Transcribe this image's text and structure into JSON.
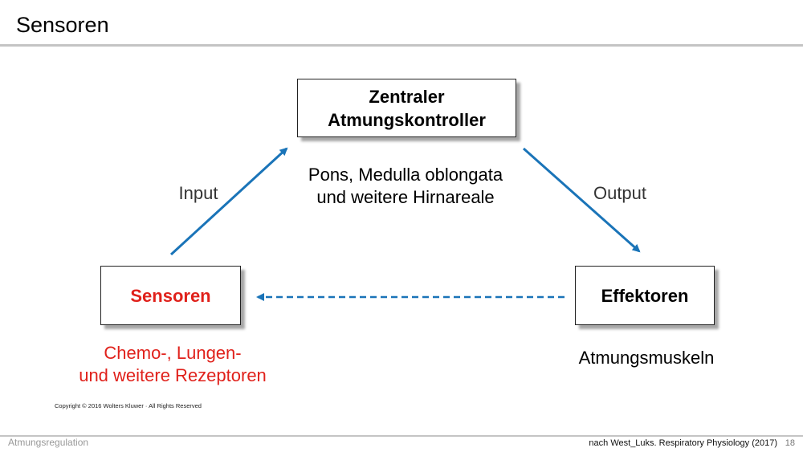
{
  "slide": {
    "title": "Sensoren",
    "copyright": "Copyright © 2016 Wolters Kluwer · All Rights Reserved",
    "footer_left": "Atmungsregulation",
    "footer_right": "nach West_Luks. Respiratory Physiology (2017)",
    "page_number": "18"
  },
  "diagram": {
    "controller": {
      "line1": "Zentraler",
      "line2": "Atmungskontroller",
      "sub_line1": "Pons, Medulla oblongata",
      "sub_line2": "und weitere Hirnareale"
    },
    "sensors": {
      "label": "Sensoren",
      "sub_line1": "Chemo-, Lungen-",
      "sub_line2": "und weitere Rezeptoren"
    },
    "effectors": {
      "label": "Effektoren",
      "sub": "Atmungsmuskeln"
    },
    "input_label": "Input",
    "output_label": "Output",
    "colors": {
      "arrow": "#1a74b8",
      "sensor_text": "#e0211b"
    }
  }
}
